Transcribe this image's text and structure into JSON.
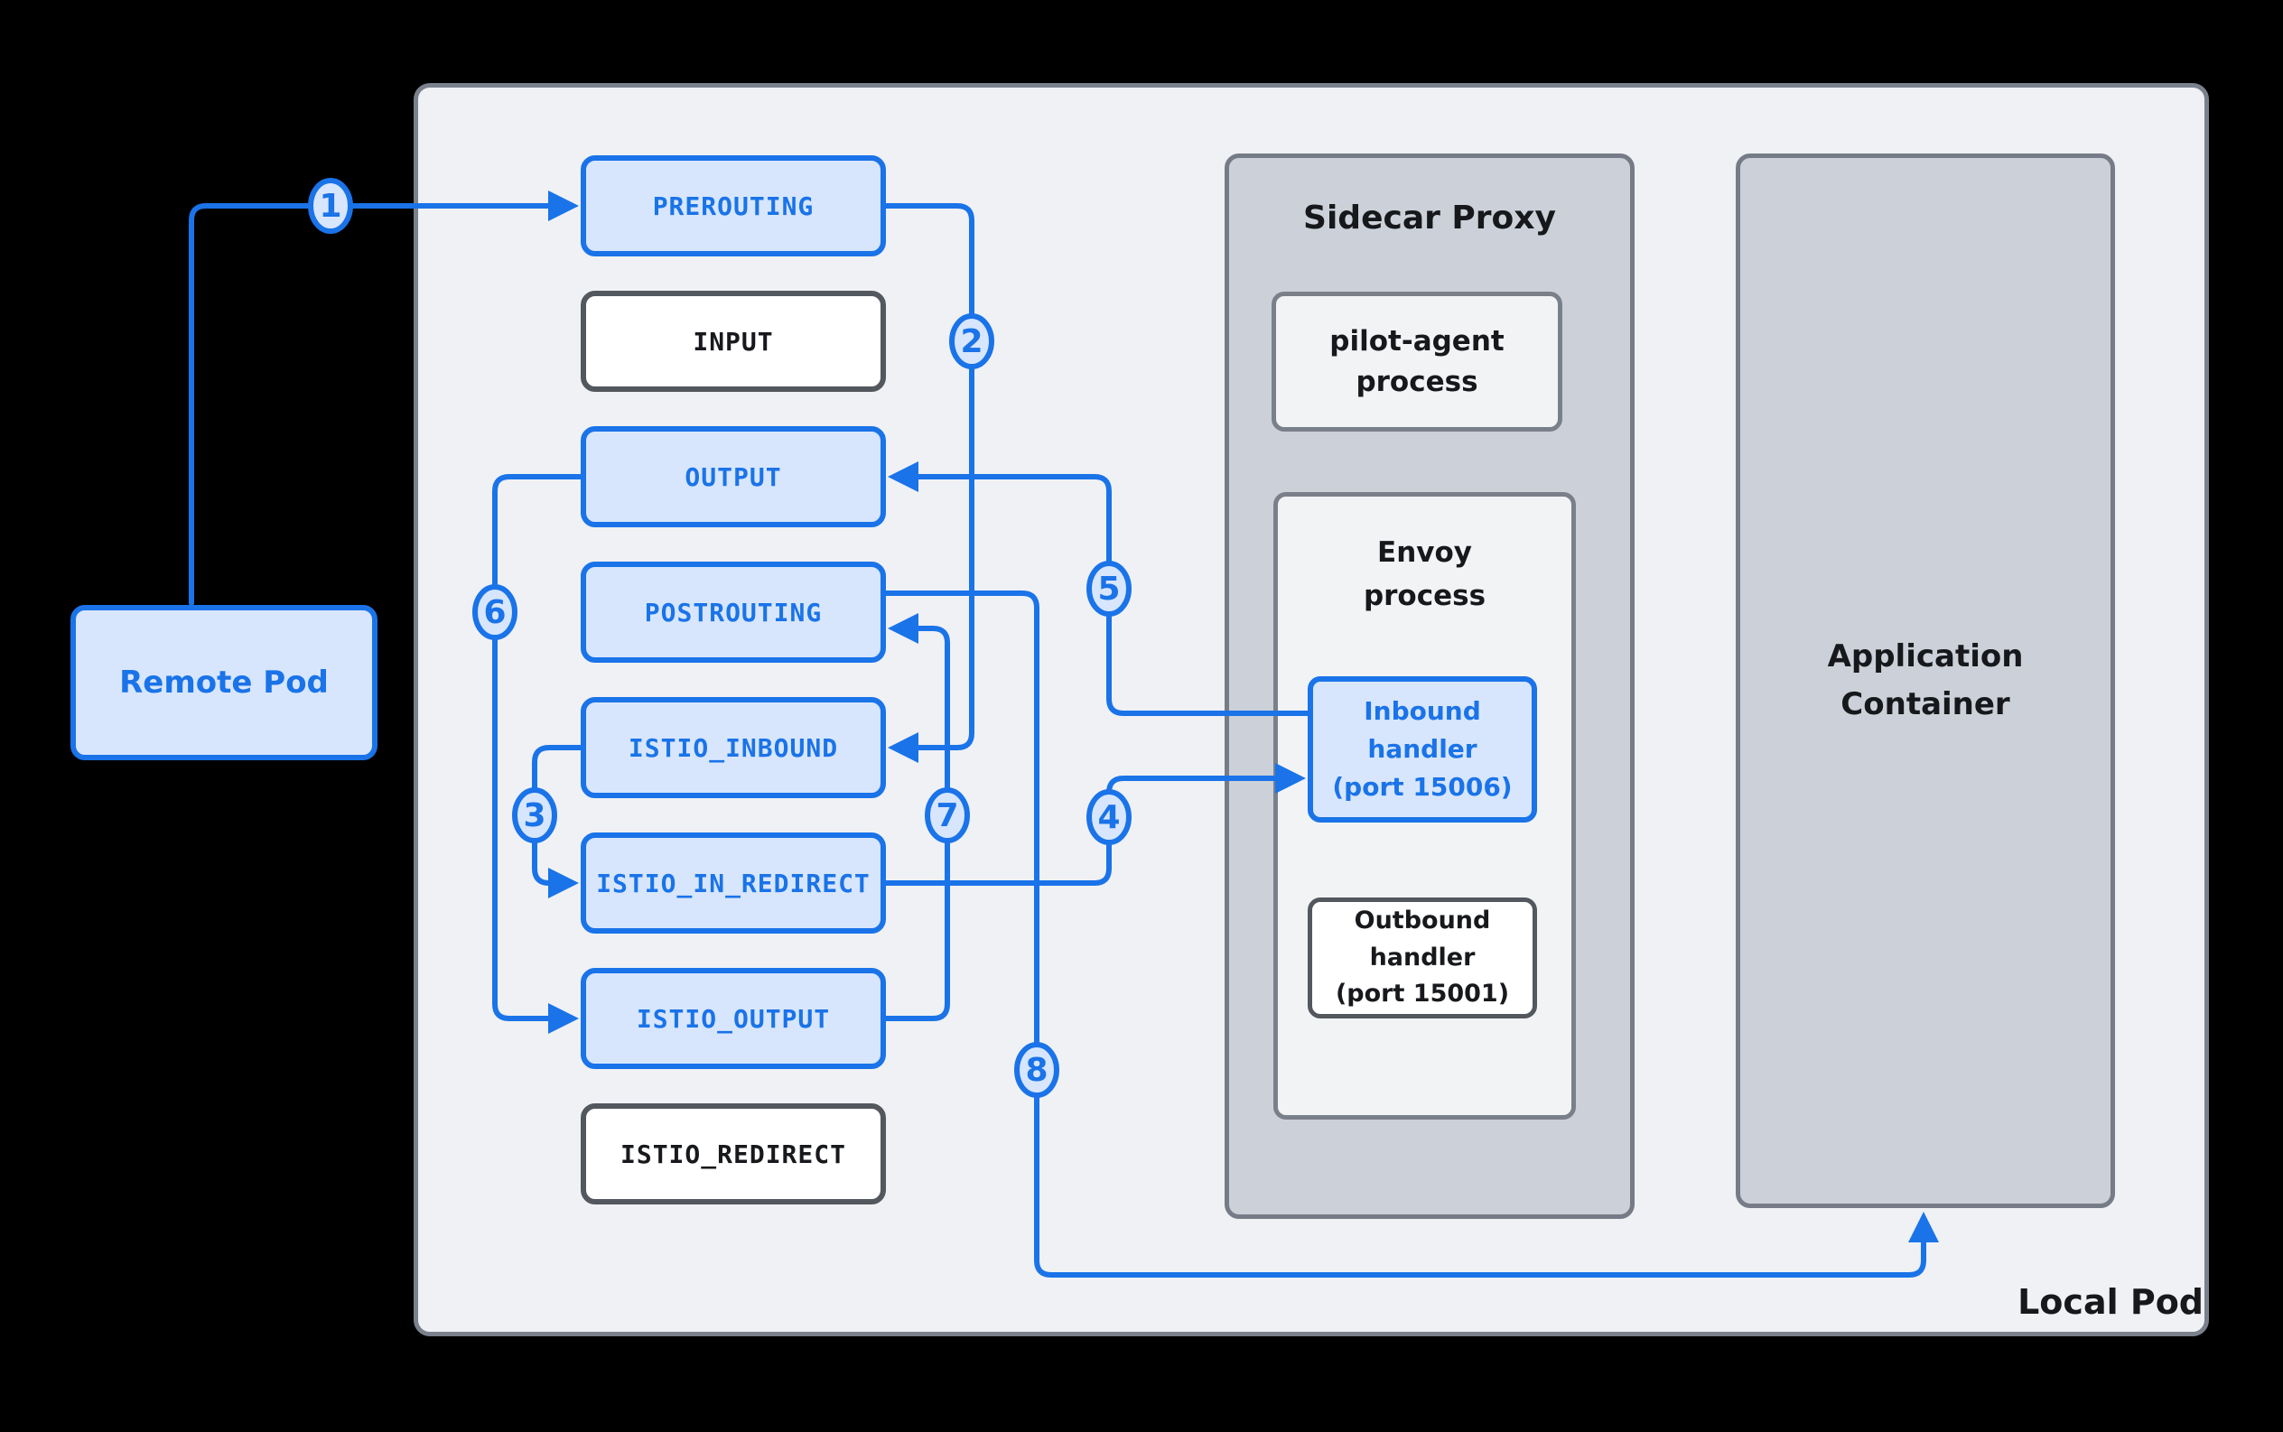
{
  "diagram": {
    "remote_pod_label": "Remote Pod",
    "local_pod_label": "Local Pod",
    "chains": [
      {
        "label": "PREROUTING",
        "variant": "blue"
      },
      {
        "label": "INPUT",
        "variant": "white"
      },
      {
        "label": "OUTPUT",
        "variant": "blue"
      },
      {
        "label": "POSTROUTING",
        "variant": "blue"
      },
      {
        "label": "ISTIO_INBOUND",
        "variant": "blue"
      },
      {
        "label": "ISTIO_IN_REDIRECT",
        "variant": "blue"
      },
      {
        "label": "ISTIO_OUTPUT",
        "variant": "blue"
      },
      {
        "label": "ISTIO_REDIRECT",
        "variant": "white"
      }
    ],
    "sidecar": {
      "title": "Sidecar Proxy",
      "pilot_agent_line1": "pilot-agent",
      "pilot_agent_line2": "process",
      "envoy_line1": "Envoy",
      "envoy_line2": "process",
      "inbound_line1": "Inbound handler",
      "inbound_line2": "(port 15006)",
      "outbound_line1": "Outbound handler",
      "outbound_line2": "(port 15001)"
    },
    "app_line1": "Application",
    "app_line2": "Container",
    "steps": [
      "1",
      "2",
      "3",
      "4",
      "5",
      "6",
      "7",
      "8"
    ],
    "colors": {
      "accent": "#1a73e8",
      "accent_fill": "#d7e6fc",
      "pod_fill": "#eff1f4",
      "container_fill": "#ccd1d9",
      "process_fill": "#f2f3f5",
      "dark_border": "#53575e",
      "gray_border": "#767c87",
      "background": "#000000"
    }
  }
}
